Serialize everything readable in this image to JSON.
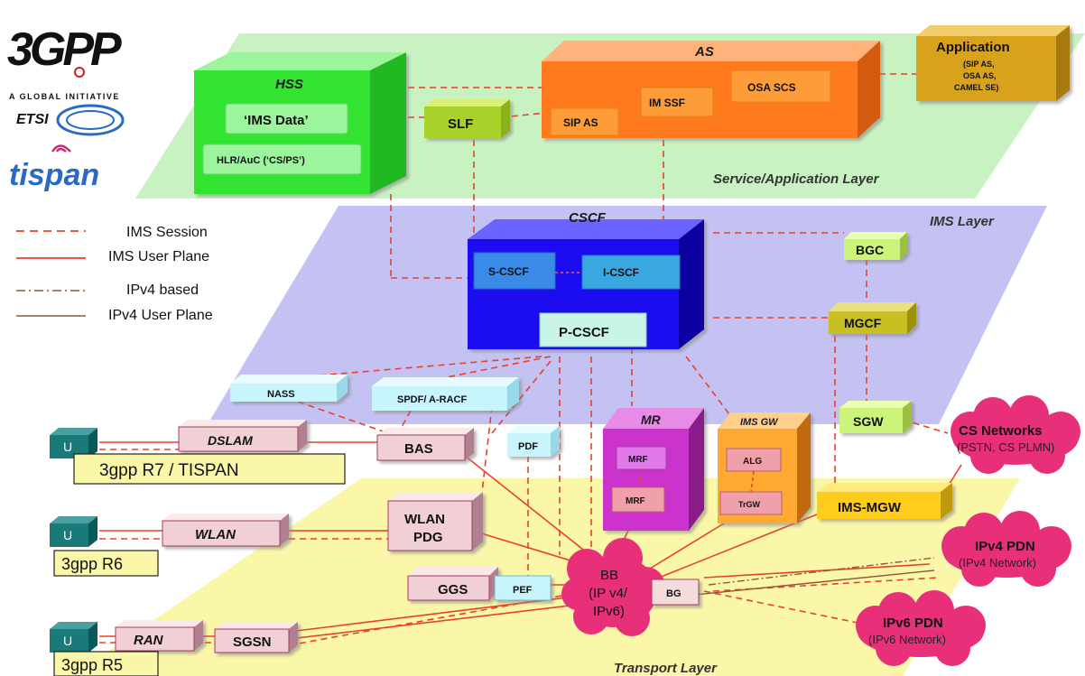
{
  "logos": {
    "threegpp": "3GPP",
    "initiative": "A GLOBAL INITIATIVE",
    "etsi": "ETSI",
    "tispan": "tispan"
  },
  "legend": [
    {
      "label": "IMS Session",
      "style": "dashed"
    },
    {
      "label": "IMS User Plane",
      "style": "solid"
    },
    {
      "label": "IPv4 based",
      "style": "dashdot"
    },
    {
      "label": "IPv4 User Plane",
      "style": "solid-brown"
    }
  ],
  "layers": {
    "service": "Service/Application Layer",
    "ims": "IMS Layer",
    "transport": "Transport Layer"
  },
  "nodes": {
    "hss": "HSS",
    "ims_data": "‘IMS Data’",
    "hlr": "HLR/AuC (‘CS/PS’)",
    "slf": "SLF",
    "as": "AS",
    "sip_as": "SIP AS",
    "im_ssf": "IM SSF",
    "osa_scs": "OSA SCS",
    "application": "Application",
    "application_sub1": "(SIP AS,",
    "application_sub2": "OSA AS,",
    "application_sub3": "CAMEL SE)",
    "cscf": "CSCF",
    "s_cscf": "S-CSCF",
    "i_cscf": "I-CSCF",
    "p_cscf": "P-CSCF",
    "bgc": "BGC",
    "mgcf": "MGCF",
    "sgw": "SGW",
    "nass": "NASS",
    "spdf": "SPDF/ A-RACF",
    "pdf": "PDF",
    "mr": "MR",
    "mrf1": "MRF",
    "mrf2": "MRF",
    "ims_gw": "IMS GW",
    "alg": "ALG",
    "trgw": "TrGW",
    "ims_mgw": "IMS-MGW",
    "cs_networks": "CS Networks",
    "cs_networks_sub": "(PSTN, CS PLMN)",
    "ipv4_pdn": "IPv4 PDN",
    "ipv4_pdn_sub": "(IPv4 Network)",
    "ipv6_pdn": "IPv6 PDN",
    "ipv6_pdn_sub": "(IPv6 Network)",
    "dslam": "DSLAM",
    "bas": "BAS",
    "wlan": "WLAN",
    "wlan_pdg_1": "WLAN",
    "wlan_pdg_2": "PDG",
    "ggs": "GGS",
    "pef": "PEF",
    "bb_1": "BB",
    "bb_2": "(IP v4/",
    "bb_3": "IPv6)",
    "bg": "BG",
    "ran": "RAN",
    "sgsn": "SGSN",
    "ue1": "U",
    "ue2": "U",
    "ue3": "U"
  },
  "release_labels": {
    "r7": "3gpp R7 /  TISPAN",
    "r6": "3gpp R6",
    "r5": "3gpp R5"
  },
  "colors": {
    "service_layer": "#c9f2c2",
    "ims_layer": "#c4c2f2",
    "transport_layer": "#fbf7a8",
    "link": "#e8402a",
    "hss": "#33e333",
    "as": "#ff7a1a",
    "application": "#d8a21a",
    "cscf": "#1a10f0",
    "mr": "#cc33cc",
    "ims_gw": "#ffa833",
    "cloud": "#e8307a"
  }
}
